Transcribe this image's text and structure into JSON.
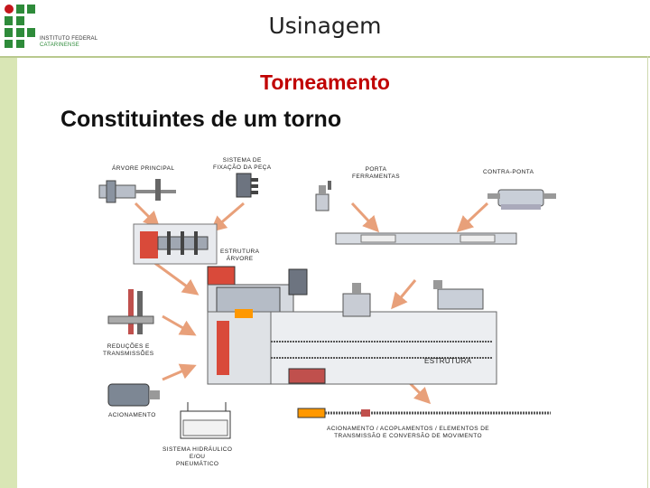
{
  "header": {
    "title": "Usinagem",
    "logo_line1": "INSTITUTO FEDERAL",
    "logo_line2": "CATARINENSE"
  },
  "slide": {
    "subtitle": "Torneamento",
    "heading": "Constituintes de um torno"
  },
  "diagram": {
    "labels": {
      "arvore_principal": "ÁRVORE PRINCIPAL",
      "sistema_fixacao_1": "SISTEMA DE",
      "sistema_fixacao_2": "FIXAÇÃO DA PEÇA",
      "porta_ferramentas_1": "PORTA",
      "porta_ferramentas_2": "FERRAMENTAS",
      "contraponta": "CONTRA-PONTA",
      "estrutura_arvore_1": "ESTRUTURA",
      "estrutura_arvore_2": "ÁRVORE",
      "reducoes_1": "REDUÇÕES E",
      "reducoes_2": "TRANSMISSÕES",
      "estrutura": "ESTRUTURA",
      "acionamento": "ACIONAMENTO",
      "acoplamentos_1": "ACIONAMENTO / ACOPLAMENTOS / ELEMENTOS DE",
      "acoplamentos_2": "TRANSMISSÃO E CONVERSÃO DE MOVIMENTO",
      "sistema_hidraulico_1": "SISTEMA HIDRÁULICO",
      "sistema_hidraulico_2": "E/OU",
      "sistema_hidraulico_3": "PNEUMÁTICO"
    }
  }
}
